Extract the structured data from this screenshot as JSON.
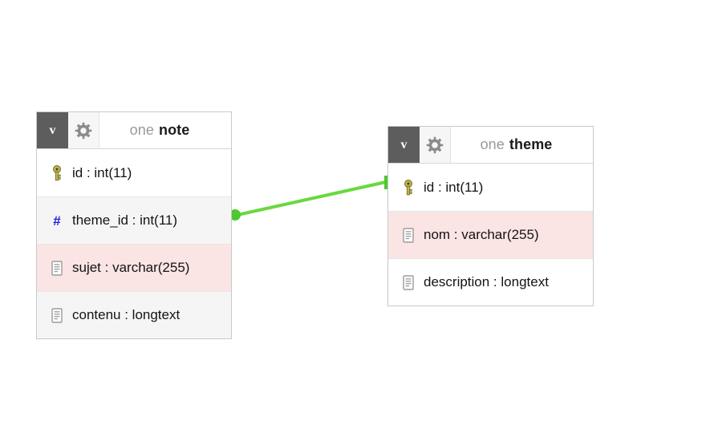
{
  "diagram": {
    "background_color": "#ffffff",
    "relation_color": "#69d93f"
  },
  "entities": [
    {
      "id": "note",
      "header": {
        "view_button_label": "v",
        "settings_icon": "gear-icon",
        "qualifier": "one",
        "name": "note"
      },
      "attributes": [
        {
          "icon": "primary-key-icon",
          "label": "id : int(11)",
          "highlight": "none"
        },
        {
          "icon": "foreign-key-icon",
          "label": "theme_id : int(11)",
          "highlight": "grey"
        },
        {
          "icon": "text-field-icon",
          "label": "sujet : varchar(255)",
          "highlight": "pink"
        },
        {
          "icon": "text-field-icon",
          "label": "contenu : longtext",
          "highlight": "grey"
        }
      ]
    },
    {
      "id": "theme",
      "header": {
        "view_button_label": "v",
        "settings_icon": "gear-icon",
        "qualifier": "one",
        "name": "theme"
      },
      "attributes": [
        {
          "icon": "primary-key-icon",
          "label": "id : int(11)",
          "highlight": "none"
        },
        {
          "icon": "text-field-icon",
          "label": "nom : varchar(255)",
          "highlight": "pink"
        },
        {
          "icon": "text-field-icon",
          "label": "description : longtext",
          "highlight": "none"
        }
      ]
    }
  ],
  "relation": {
    "from_entity": "note",
    "from_attribute": "theme_id",
    "to_entity": "theme",
    "to_attribute": "id",
    "color": "#69d93f"
  }
}
